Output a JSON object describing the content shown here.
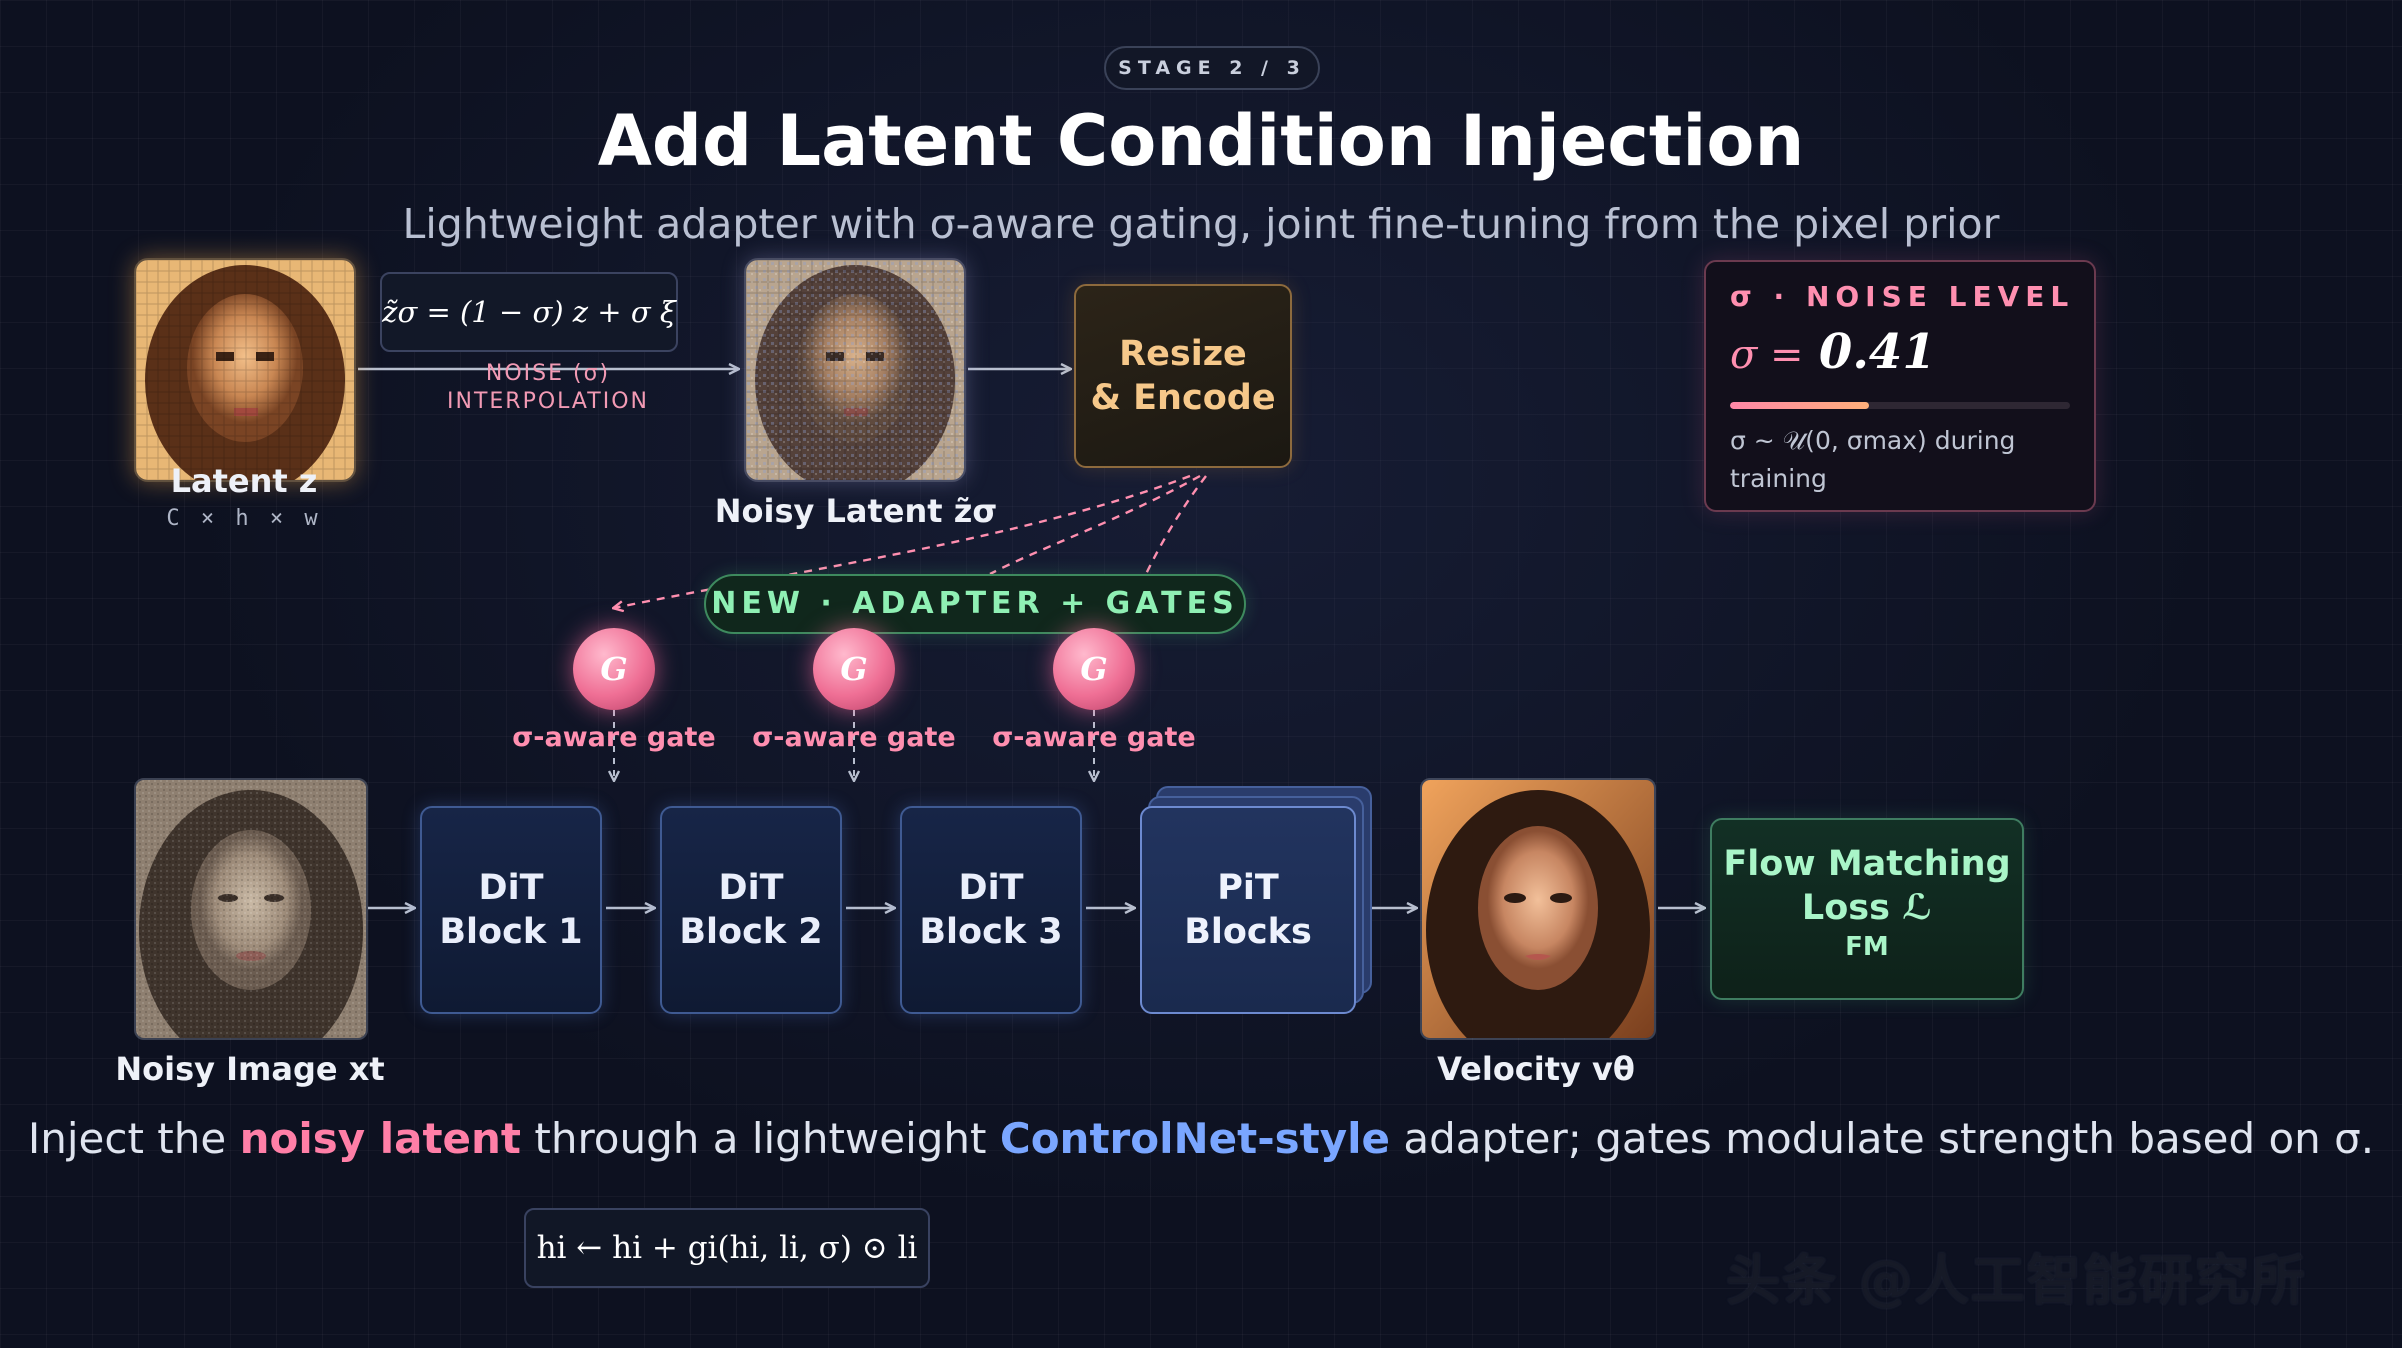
{
  "header": {
    "stage": "STAGE 2 / 3",
    "title": "Add Latent Condition Injection",
    "subtitle": "Lightweight adapter with σ-aware gating, joint fine-tuning from the pixel prior"
  },
  "latent": {
    "label": "Latent z",
    "dims": "C × h × w"
  },
  "interpolation": {
    "formula": "z̃σ = (1 − σ) z + σ ξ",
    "label_line1": "NOISE (σ)",
    "label_line2": "INTERPOLATION"
  },
  "noisy_latent": {
    "label": "Noisy Latent z̃σ"
  },
  "encoder": {
    "line1": "Resize",
    "line2": "& Encode"
  },
  "noise_card": {
    "title": "σ · NOISE LEVEL",
    "symbol": "σ =",
    "value": "0.41",
    "level": 0.41,
    "note": "σ ~ 𝒰(0, σmax) during training"
  },
  "adapter": {
    "label": "NEW · ADAPTER + GATES"
  },
  "gates": [
    {
      "symbol": "G",
      "label": "σ-aware gate"
    },
    {
      "symbol": "G",
      "label": "σ-aware gate"
    },
    {
      "symbol": "G",
      "label": "σ-aware gate"
    }
  ],
  "blocks": [
    {
      "line1": "DiT",
      "line2": "Block 1"
    },
    {
      "line1": "DiT",
      "line2": "Block 2"
    },
    {
      "line1": "DiT",
      "line2": "Block 3"
    }
  ],
  "pit": {
    "line1": "PiT",
    "line2": "Blocks"
  },
  "noisy_image": {
    "label": "Noisy Image xt"
  },
  "velocity": {
    "label": "Velocity vθ"
  },
  "loss": {
    "line1": "Flow Matching",
    "line2": "Loss ℒ",
    "line3": "FM"
  },
  "bottom": {
    "prefix": "Inject the ",
    "highlight1": "noisy latent",
    "middle": " through a lightweight ",
    "highlight2": "ControlNet-style",
    "suffix": " adapter; gates modulate strength based on σ.",
    "equation": "hi ← hi + gi(hi, li, σ) ⊙ li"
  },
  "watermark": "头条 @人工智能研究所",
  "colors": {
    "background": "#0d1120",
    "gate_pink": "#ff8fb0",
    "adapter_green": "#8ff0b4",
    "encoder_amber": "#f6c88a",
    "block_blue": "#3f5a92",
    "loss_green": "#a9f5c8"
  }
}
